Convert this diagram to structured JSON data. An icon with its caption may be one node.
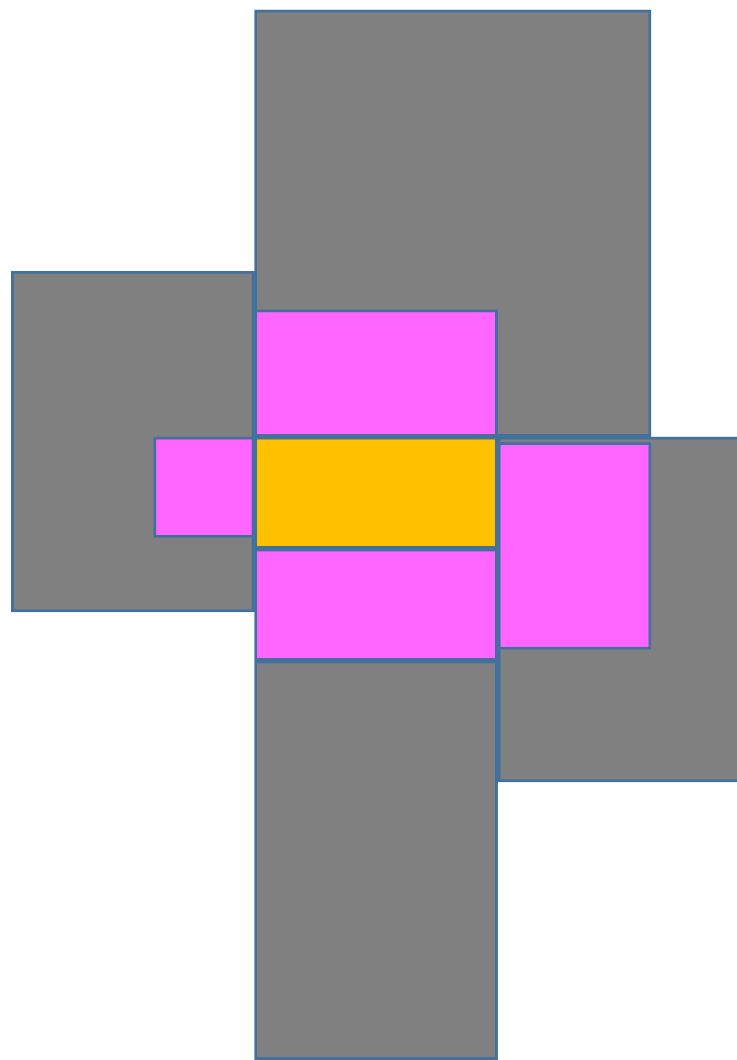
{
  "diagram": {
    "nodes": [
      {
        "text": [],
        "shape": "box"
      },
      {
        "text": [],
        "shape": "box"
      },
      {
        "text": [],
        "shape": "box",
        "in": 0
      },
      {
        "text": [],
        "shape": "box",
        "in": 1
      },
      {
        "text": [],
        "shape": "box"
      },
      {
        "text": [],
        "shape": "box"
      },
      {
        "text": [],
        "shape": "box",
        "in": 5
      },
      {
        "text": [],
        "shape": "box"
      },
      {
        "text": [],
        "shape": "box"
      }
    ]
  }
}
